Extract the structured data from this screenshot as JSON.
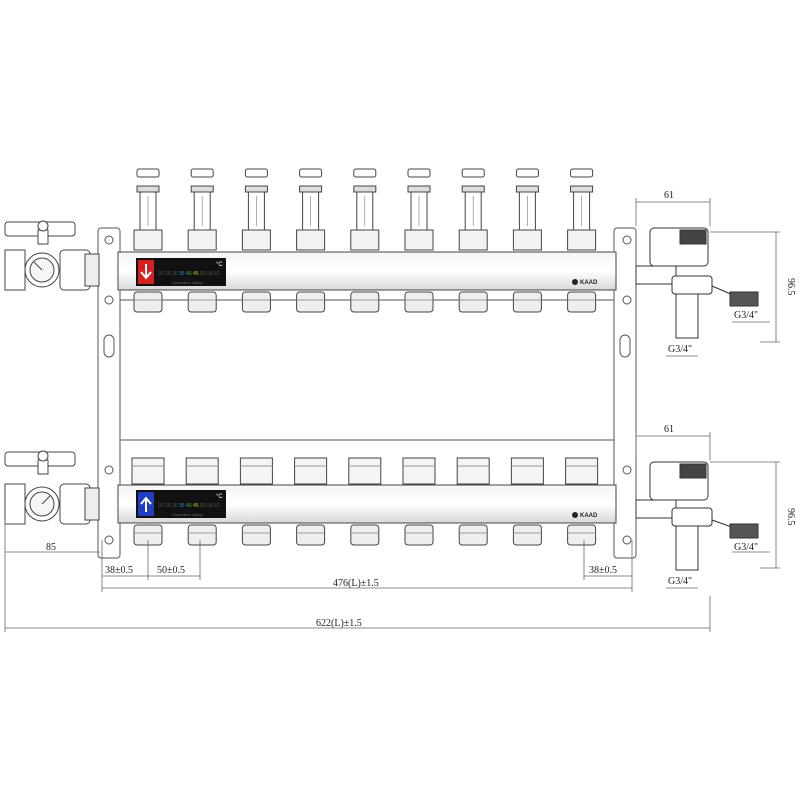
{
  "brand": "KAAD",
  "temperature_unit": "°C",
  "temperature_caption": "Temperature display",
  "scale_values": [
    "20",
    "25",
    "30",
    "35",
    "40",
    "45",
    "50",
    "55",
    "60"
  ],
  "supply_bar": {
    "arrow": "down-arrow-icon",
    "color": "#d32020"
  },
  "return_bar": {
    "arrow": "up-arrow-icon",
    "color": "#1f3fbf"
  },
  "outlet_count": 9,
  "dimensions": {
    "fitting_width": "61",
    "fitting_height": "96.5",
    "thread_side": "G3/4\"",
    "thread_bottom": "G3/4\"",
    "valve_offset": "85",
    "edge_pitch_left": "38±0.5",
    "outlet_pitch": "50±0.5",
    "edge_pitch_right": "38±0.5",
    "manifold_length": "476(L)±1.5",
    "total_length": "622(L)±1.5"
  }
}
